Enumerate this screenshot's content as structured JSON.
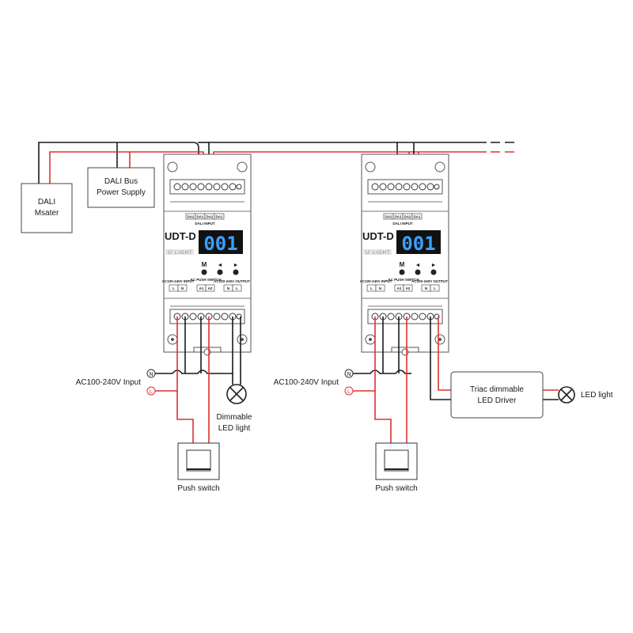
{
  "dali_master": {
    "line1": "DALI",
    "line2": "Msater"
  },
  "bus_power": {
    "line1": "DALI Bus",
    "line2": "Power Supply"
  },
  "device": {
    "model": "UDT-D",
    "display": "001",
    "brand": "LIGHT",
    "brand_prefix": "U",
    "buttons": [
      "M",
      "◄",
      "►"
    ],
    "dali_terms": [
      "DA2",
      "DA1",
      "DA2",
      "DA1"
    ],
    "dali_input": "DALI INPUT",
    "ac_input": "AC100-240V INPUT",
    "ac_push": "AC PUSH SWITCH",
    "ac_output": "AC100-240V OUTPUT",
    "term_l": "L",
    "term_n": "N",
    "term_a1": "A1",
    "term_a2": "A2"
  },
  "left": {
    "input_label": "AC100-240V Input",
    "n": "N",
    "l": "L",
    "load_line1": "Dimmable",
    "load_line2": "LED light",
    "switch_label": "Push switch"
  },
  "right": {
    "input_label": "AC100-240V Input",
    "n": "N",
    "l": "L",
    "driver_line1": "Triac dimmable",
    "driver_line2": "LED Driver",
    "load_label": "LED light",
    "switch_label": "Push switch"
  },
  "colors": {
    "live_wire": "#e0312f",
    "neutral_wire": "#1a1a1a",
    "display_digits": "#3aa0ff",
    "display_bg": "#111111"
  }
}
